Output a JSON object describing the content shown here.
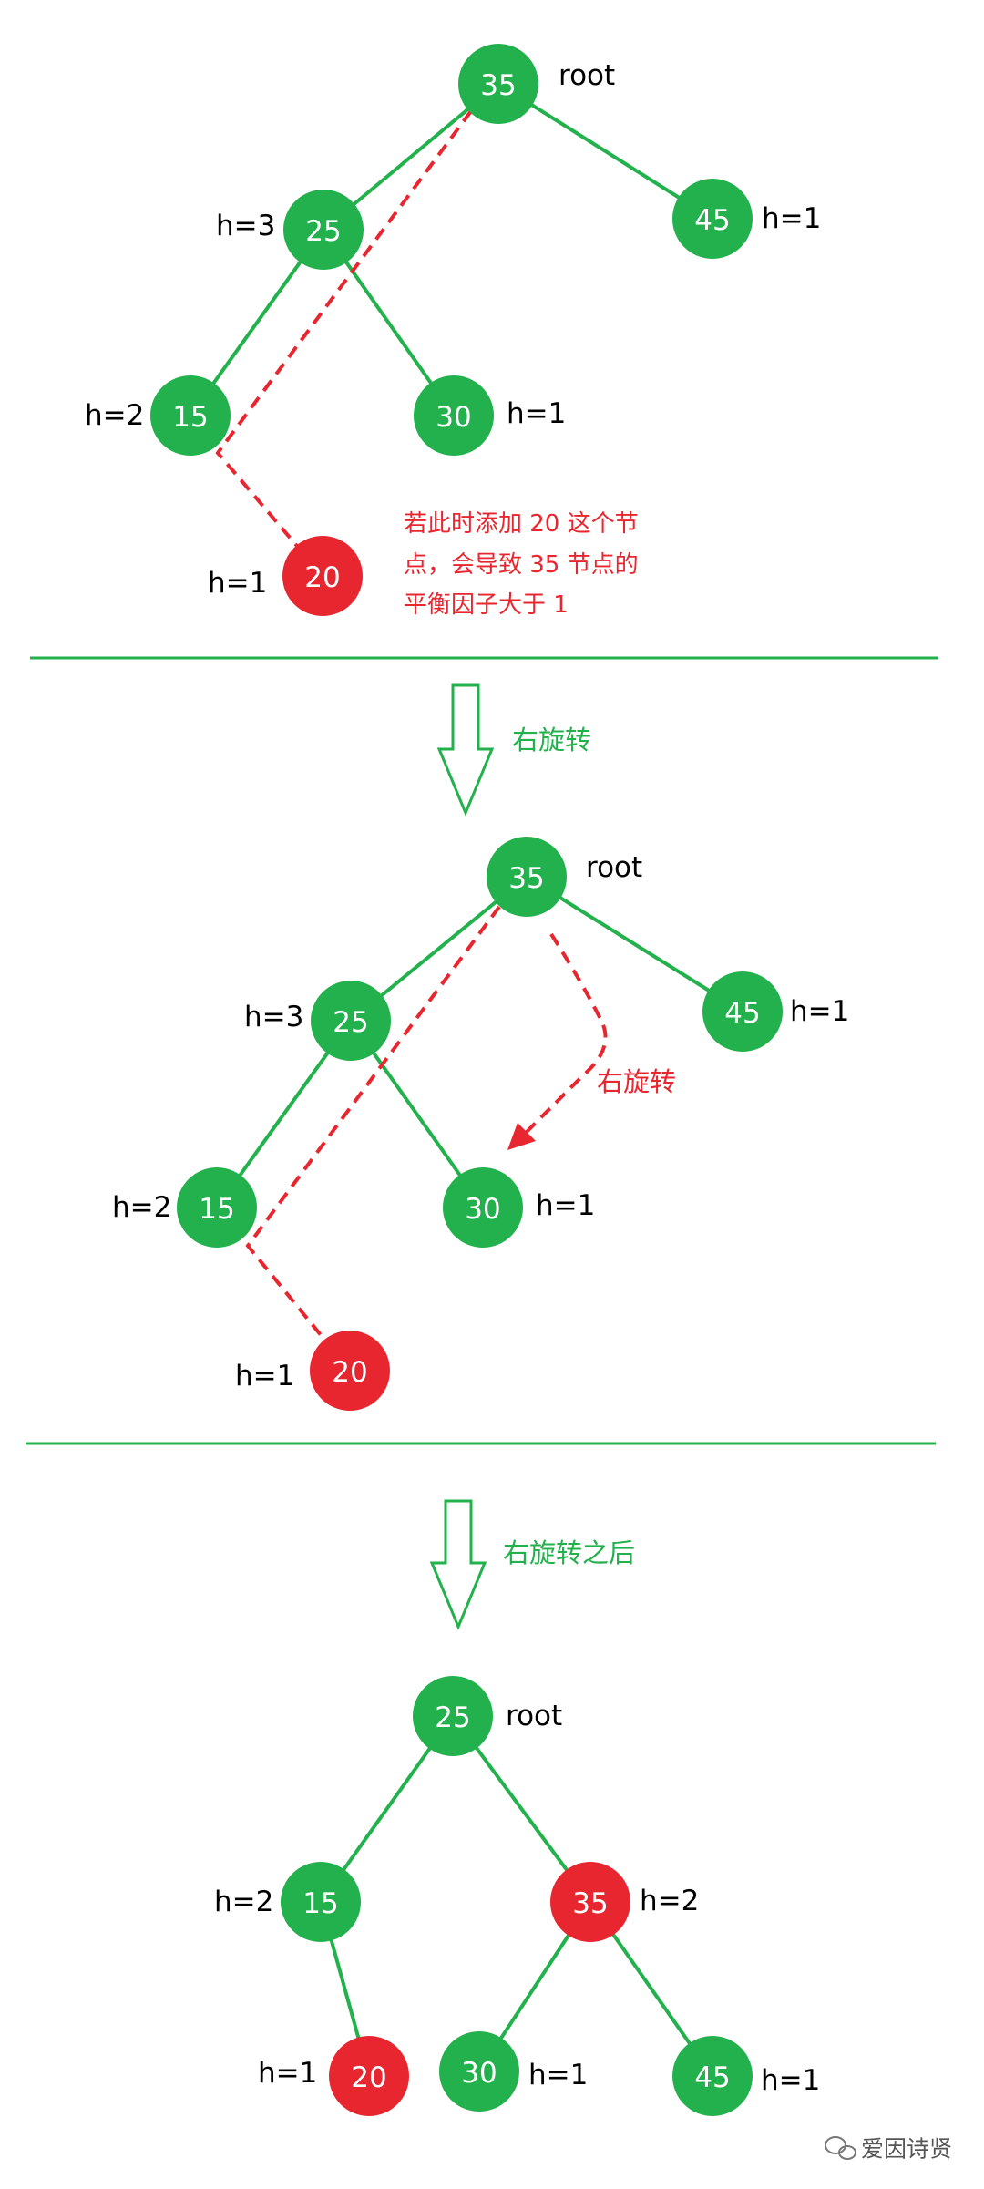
{
  "colors": {
    "green": "#22b14c",
    "red": "#e8262f",
    "text": "#000000",
    "node_text": "#ffffff"
  },
  "panel1": {
    "nodes": {
      "n35": "35",
      "n25": "25",
      "n45": "45",
      "n15": "15",
      "n30": "30",
      "n20": "20"
    },
    "labels": {
      "root": "root",
      "h25": "h=3",
      "h45": "h=1",
      "h15": "h=2",
      "h30": "h=1",
      "h20": "h=1"
    },
    "note_lines": [
      "若此时添加 20 这个节",
      "点，会导致 35 节点的",
      "平衡因子大于 1"
    ]
  },
  "arrow1_label": "右旋转",
  "panel2": {
    "nodes": {
      "n35": "35",
      "n25": "25",
      "n45": "45",
      "n15": "15",
      "n30": "30",
      "n20": "20"
    },
    "labels": {
      "root": "root",
      "h25": "h=3",
      "h45": "h=1",
      "h15": "h=2",
      "h30": "h=1",
      "h20": "h=1"
    },
    "rotate_label": "右旋转"
  },
  "arrow2_label": "右旋转之后",
  "panel3": {
    "nodes": {
      "n25": "25",
      "n15": "15",
      "n35": "35",
      "n20": "20",
      "n30": "30",
      "n45": "45"
    },
    "labels": {
      "root": "root",
      "h15": "h=2",
      "h35": "h=2",
      "h20": "h=1",
      "h30": "h=1",
      "h45": "h=1"
    }
  },
  "watermark": {
    "icon": "wechat-icon",
    "text": "爱因诗贤"
  }
}
